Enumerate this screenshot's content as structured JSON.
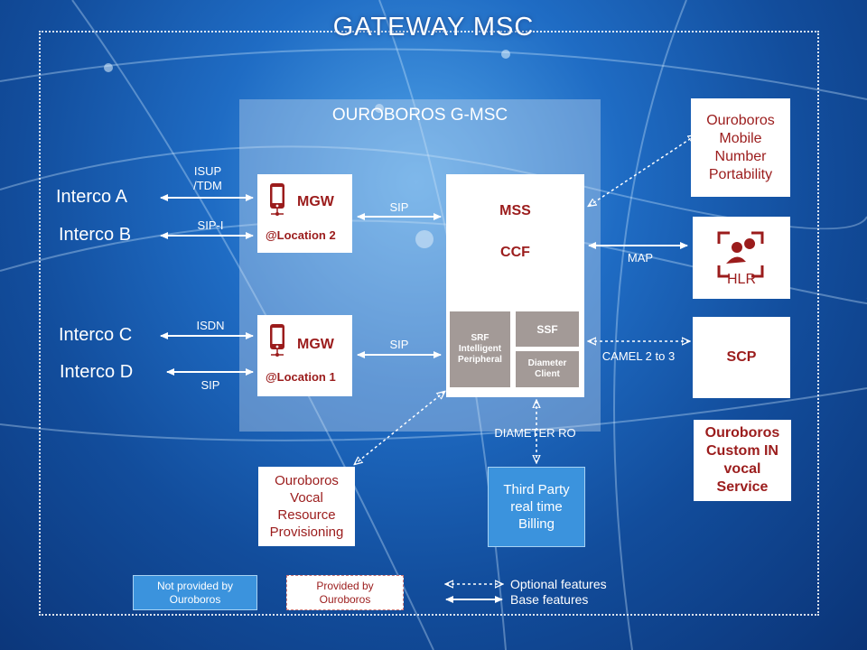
{
  "title": "GATEWAY MSC",
  "gmsc_title": "OUROBOROS G-MSC",
  "interconnects": [
    "Interco A",
    "Interco B",
    "Interco C",
    "Interco D"
  ],
  "link_labels": {
    "isup_tdm": "ISUP\n/TDM",
    "sip_i": "SIP-I",
    "isdn": "ISDN",
    "sip_d": "SIP",
    "sip_top": "SIP",
    "sip_bottom": "SIP",
    "map": "MAP",
    "camel": "CAMEL 2 to 3",
    "diameter_ro": "DIAMETER RO"
  },
  "mgw_top": {
    "name": "MGW",
    "location": "@Location 2",
    "icon": "phone-icon"
  },
  "mgw_bottom": {
    "name": "MGW",
    "location": "@Location 1",
    "icon": "phone-icon"
  },
  "mss": {
    "mss": "MSS",
    "ccf": "CCF"
  },
  "modules": {
    "srf": "SRF\nIntelligent\nPeripheral",
    "ssf": "SSF",
    "diameter_client": "Diameter\nClient"
  },
  "right_boxes": {
    "mnp": "Ouroboros\nMobile\nNumber\nPortability",
    "hlr": "HLR",
    "scp": "SCP",
    "custom_in": "Ouroboros\nCustom IN\nvocal\nService"
  },
  "bottom_boxes": {
    "vocal": "Ouroboros\nVocal\nResource\nProvisioning",
    "billing": "Third Party\nreal time\nBilling"
  },
  "legend": {
    "not_provided": "Not provided by\nOuroboros",
    "provided": "Provided by\nOuroboros",
    "optional": "Optional features",
    "base": "Base features"
  },
  "colors": {
    "accent_red": "#9b1c1c",
    "gray_module": "#a39a97",
    "blue_box": "#3b93dd"
  }
}
